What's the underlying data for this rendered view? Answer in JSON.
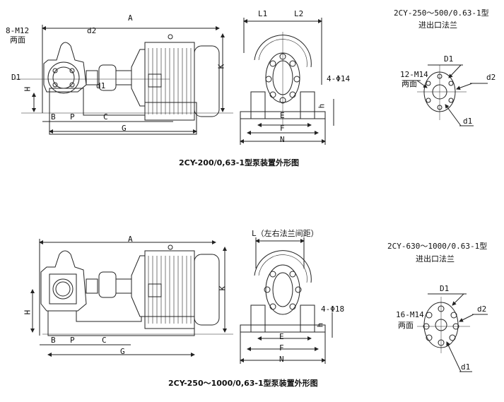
{
  "top": {
    "caption": "2CY-200/0,63-1型泵装置外形图",
    "dims": {
      "A": "A",
      "K": "K",
      "H": "H",
      "B": "B",
      "P": "P",
      "C": "C",
      "G": "G",
      "L1": "L1",
      "L2": "L2",
      "E": "E",
      "F": "F",
      "N": "N",
      "h": "h",
      "bolt": "4-Φ14"
    },
    "pump_flange": {
      "bolts": "8-M12",
      "sides": "两面",
      "D1": "D1",
      "d1": "d1",
      "d2": "d2"
    },
    "flange_detail": {
      "title": "2CY-250～500/0.63-1型",
      "subtitle": "进出口法兰",
      "bolts": "12-M14",
      "sides": "两面",
      "D1": "D1",
      "d1": "d1",
      "d2": "d2"
    }
  },
  "bottom": {
    "caption": "2CY-250～1000/0,63-1型泵装置外形图",
    "dims": {
      "A": "A",
      "K": "K",
      "H": "H",
      "B": "B",
      "P": "P",
      "C": "C",
      "G": "G",
      "L": "L（左右法兰间距）",
      "E": "E",
      "F": "F",
      "N": "N",
      "h": "h",
      "bolt": "4-Φ18"
    },
    "flange_detail": {
      "title": "2CY-630～1000/0.63-1型",
      "subtitle": "进出口法兰",
      "bolts": "16-M14",
      "sides": "两面",
      "D1": "D1",
      "d1": "d1",
      "d2": "d2"
    }
  }
}
